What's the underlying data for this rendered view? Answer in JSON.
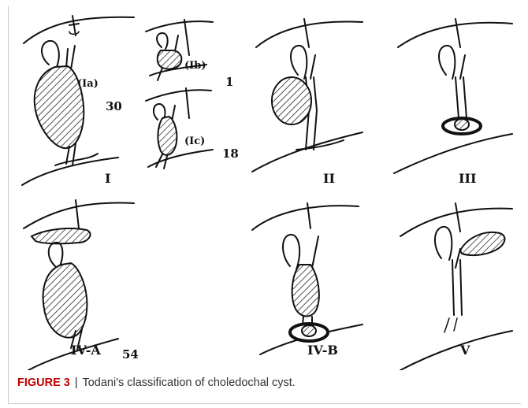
{
  "figure": {
    "caption_label": "FIGURE 3",
    "caption_separator": "|",
    "caption_text": "Todani's classification of choledochal cyst."
  },
  "types": {
    "I": {
      "label": "I",
      "sub_a": "(Ia)",
      "count_a": "30",
      "sub_b": "(Ib)",
      "count_b": "1",
      "sub_c": "(Ic)",
      "count_c": "18"
    },
    "II": {
      "label": "II"
    },
    "III": {
      "label": "III"
    },
    "IVA": {
      "label": "IV-A",
      "count": "54"
    },
    "IVB": {
      "label": "IV-B"
    },
    "V": {
      "label": "V"
    }
  }
}
